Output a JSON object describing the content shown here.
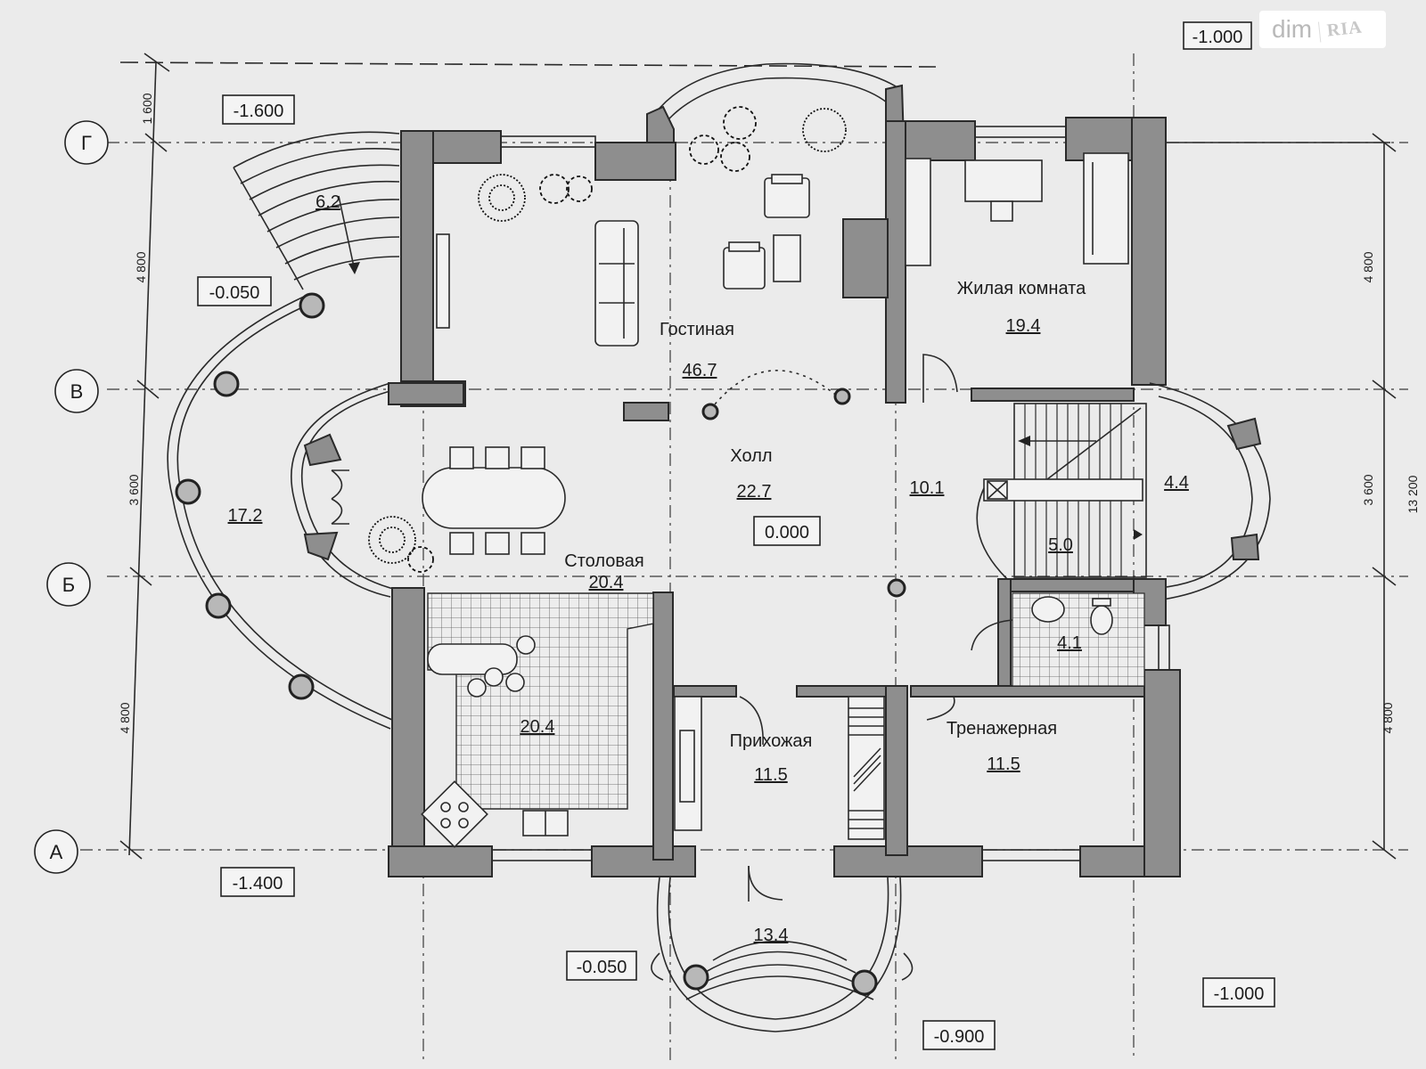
{
  "watermark": {
    "text1": "dim",
    "text2": "RIA"
  },
  "axes": {
    "rows": [
      "Г",
      "В",
      "Б",
      "А"
    ],
    "left_dims": [
      "1 600",
      "4 800",
      "3 600",
      "4 800"
    ],
    "right_dims": [
      "4 800",
      "3 600",
      "4 800"
    ],
    "right_total": "13 200"
  },
  "levels": {
    "top_left": "-1.600",
    "left_terrace": "-0.050",
    "bottom_left": "-1.400",
    "hall_floor": "0.000",
    "top_right": "-1.000",
    "bottom_right": "-1.000",
    "porch": "-0.050",
    "bottom_center": "-0.900"
  },
  "rooms": {
    "living": {
      "name": "Гостиная",
      "area": "46.7"
    },
    "bedroom": {
      "name": "Жилая комната",
      "area": "19.4"
    },
    "hall": {
      "name": "Холл",
      "area": "22.7"
    },
    "dining": {
      "name": "Столовая",
      "area": "20.4"
    },
    "kitchen": {
      "area": "20.4"
    },
    "entry": {
      "name": "Прихожая",
      "area": "11.5"
    },
    "gym": {
      "name": "Тренажерная",
      "area": "11.5"
    },
    "terrace": {
      "area": "17.2"
    },
    "stair_outer": {
      "area": "6.2"
    },
    "stair_hall": {
      "area": "10.1"
    },
    "bay_right": {
      "area": "4.4"
    },
    "stairs": {
      "area": "5.0"
    },
    "wc": {
      "area": "4.1"
    },
    "porch": {
      "area": "13.4"
    }
  }
}
